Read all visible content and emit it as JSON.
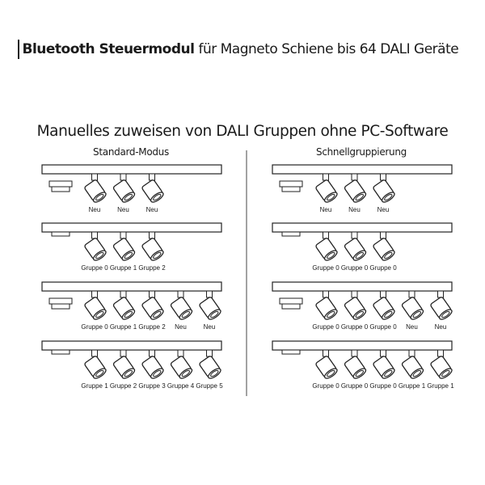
{
  "header": {
    "title_bold": "Bluetooth Steuermodul",
    "title_rest": "für Magneto Schiene bis 64 DALI Geräte"
  },
  "subtitle": "Manuelles zuweisen von DALI Gruppen ohne PC-Software",
  "columns": [
    {
      "heading": "Standard-Modus",
      "rows": [
        [
          "Neu",
          "Neu",
          "Neu"
        ],
        [
          "Gruppe 0",
          "Gruppe 1",
          "Gruppe 2"
        ],
        [
          "Gruppe 0",
          "Gruppe 1",
          "Gruppe 2",
          "Neu",
          "Neu"
        ],
        [
          "Gruppe 1",
          "Gruppe 2",
          "Gruppe 3",
          "Gruppe 4",
          "Gruppe 5"
        ]
      ]
    },
    {
      "heading": "Schnellgruppierung",
      "rows": [
        [
          "Neu",
          "Neu",
          "Neu"
        ],
        [
          "Gruppe 0",
          "Gruppe 0",
          "Gruppe 0"
        ],
        [
          "Gruppe 0",
          "Gruppe 0",
          "Gruppe 0",
          "Neu",
          "Neu"
        ],
        [
          "Gruppe 0",
          "Gruppe 0",
          "Gruppe 0",
          "Gruppe 1",
          "Gruppe 1"
        ]
      ]
    }
  ]
}
